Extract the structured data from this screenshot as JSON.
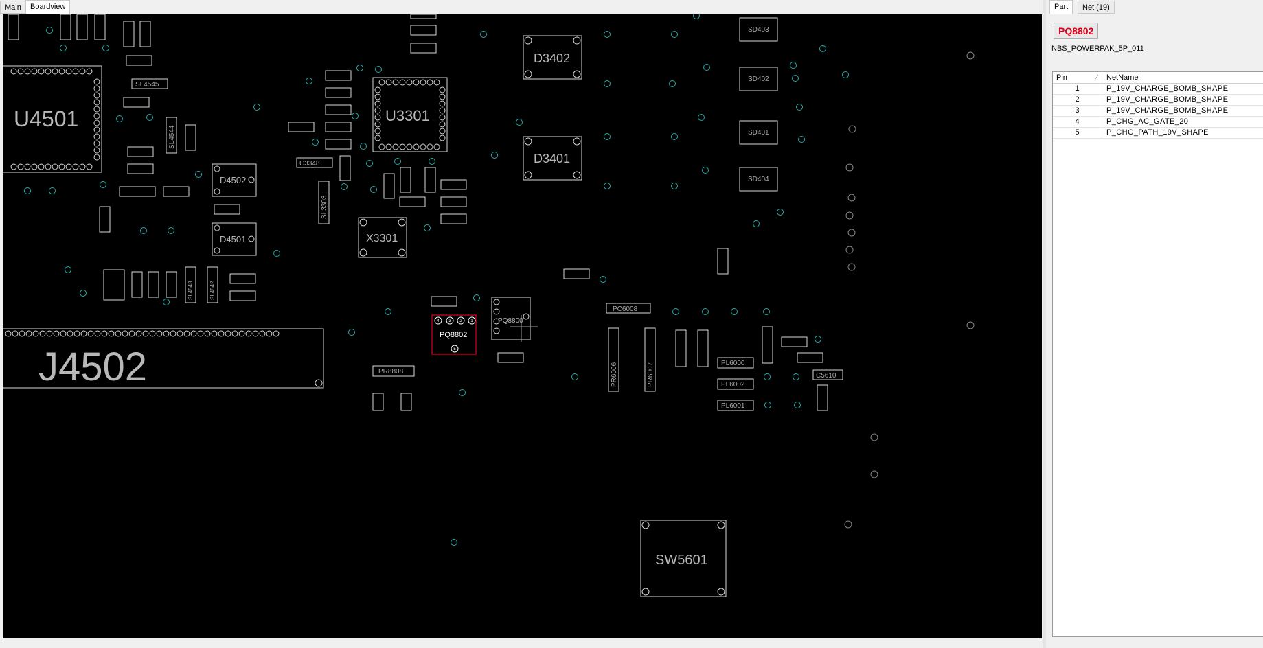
{
  "tabs": {
    "main": "Main",
    "boardview": "Boardview"
  },
  "side_tabs": {
    "part": "Part",
    "net": "Net (19)"
  },
  "part": {
    "name": "PQ8802",
    "package": "NBS_POWERPAK_5P_011"
  },
  "grid": {
    "col_pin": "Pin",
    "col_net": "NetName",
    "rows": [
      {
        "pin": "1",
        "net": "P_19V_CHARGE_BOMB_SHAPE"
      },
      {
        "pin": "2",
        "net": "P_19V_CHARGE_BOMB_SHAPE"
      },
      {
        "pin": "3",
        "net": "P_19V_CHARGE_BOMB_SHAPE"
      },
      {
        "pin": "4",
        "net": "P_CHG_AC_GATE_20"
      },
      {
        "pin": "5",
        "net": "P_CHG_PATH_19V_SHAPE"
      }
    ]
  },
  "board": {
    "colors": {
      "outline": "#d8d8d8",
      "via": "#2aa8a8",
      "selected": "#e0001b"
    },
    "big_labels": {
      "u4501": "U4501",
      "j4502": "J4502",
      "u3301": "U3301",
      "d3402": "D3402",
      "d3401": "D3401",
      "x3301": "X3301",
      "sw5601": "SW5601",
      "d4502": "D4502",
      "d4501": "D4501",
      "pq8802": "PQ8802",
      "pq8800": "PQ8800"
    },
    "small_labels": {
      "sl4545": "SL4545",
      "sl4544": "SL4544",
      "c3348": "C3348",
      "sl3303": "SL3303",
      "pr8808": "PR8808",
      "pc6008": "PC6008",
      "pr6006": "PR6006",
      "pr6007": "PR6007",
      "pl6000": "PL6000",
      "pl6002": "PL6002",
      "pl6001": "PL6001",
      "c5610": "C5610",
      "sl4543": "SL4543",
      "sl4542": "SL4542",
      "sd403": "SD403",
      "sd402": "SD402",
      "sd401": "SD401",
      "sd404": "SD404"
    },
    "pin_numbers": [
      "4",
      "3",
      "2",
      "1",
      "5"
    ]
  }
}
